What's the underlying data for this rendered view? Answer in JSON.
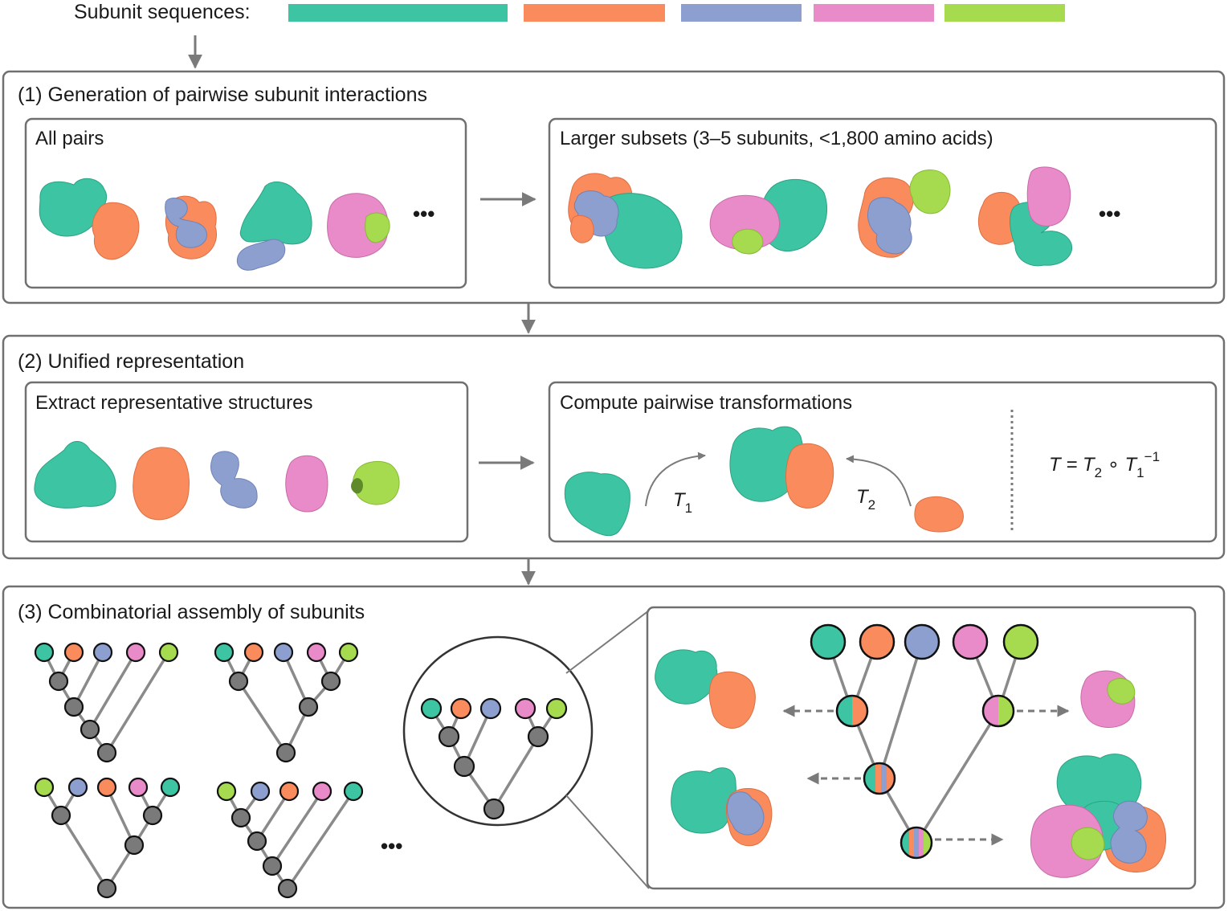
{
  "header": {
    "label": "Subunit sequences:",
    "colors": [
      "#3dc4a2",
      "#f98b5d",
      "#8d9fcf",
      "#e98ac9",
      "#a7db4f"
    ]
  },
  "steps": [
    {
      "title": "(1) Generation of pairwise subunit interactions",
      "left_panel": {
        "title": "All pairs",
        "ellipsis": "•••"
      },
      "right_panel": {
        "title": "Larger subsets (3–5 subunits, <1,800 amino acids)",
        "ellipsis": "•••"
      }
    },
    {
      "title": "(2) Unified representation",
      "left_panel": {
        "title": "Extract representative structures"
      },
      "right_panel": {
        "title": "Compute pairwise transformations",
        "t1": "T",
        "t1_sub": "1",
        "t2": "T",
        "t2_sub": "2",
        "formula": {
          "lhs": "T = T",
          "sub1": "2",
          "op": " ∘ T",
          "sub2": "1",
          "sup": "−1"
        }
      }
    },
    {
      "title": "(3) Combinatorial assembly of subunits",
      "ellipsis": "•••"
    }
  ],
  "colors": {
    "teal": "#3dc4a2",
    "orange": "#f98b5d",
    "blue": "#8d9fcf",
    "pink": "#e98ac9",
    "lime": "#a7db4f",
    "node_gray": "#7a7a7a",
    "frame": "#707070",
    "edge": "#8a8a8a"
  }
}
